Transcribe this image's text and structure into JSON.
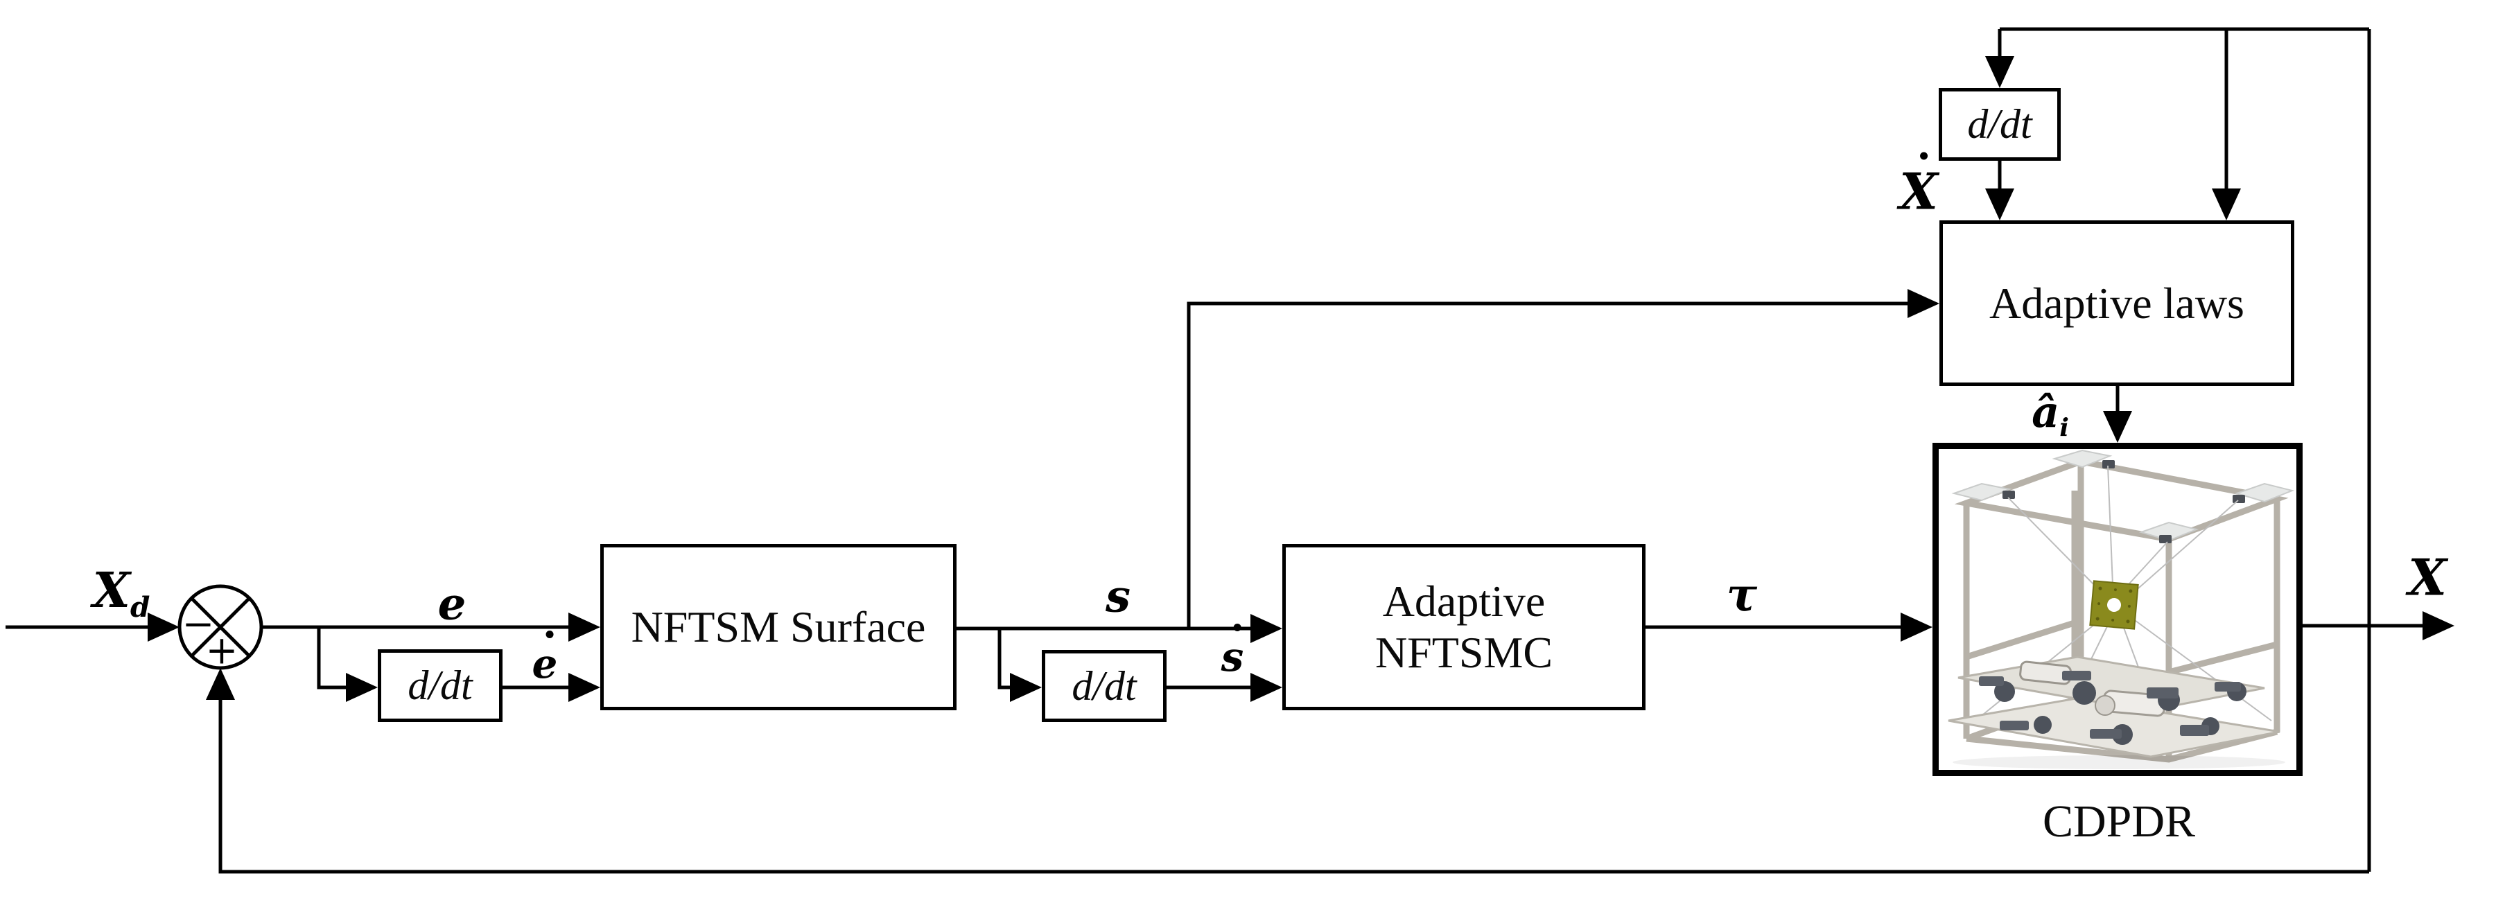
{
  "figure": {
    "kind": "control-block-diagram",
    "background": "#ffffff",
    "ink": "#000000"
  },
  "signals": {
    "reference": {
      "base": "X",
      "sub": "d"
    },
    "error": {
      "text": "e"
    },
    "error_dot": {
      "text": "ė",
      "base": "e"
    },
    "sliding_surface": {
      "text": "s"
    },
    "sliding_surface_dot": {
      "text": "ṡ",
      "base": "s"
    },
    "control_torque": {
      "text": "τ"
    },
    "state_derivative": {
      "text": "Ẋ",
      "base": "X"
    },
    "adaptive_estimate": {
      "base": "â",
      "sub": "i"
    },
    "output": {
      "text": "X"
    }
  },
  "sum_junction": {
    "sign_left": "−",
    "sign_bottom": "+"
  },
  "blocks": {
    "derivative_error": {
      "label": "d/dt"
    },
    "derivative_surface": {
      "label": "d/dt"
    },
    "derivative_state": {
      "label": "d/dt"
    },
    "nftsm_surface": {
      "label": "NFTSM Surface"
    },
    "adaptive_nftsmc": {
      "line1": "Adaptive",
      "line2": "NFTSMC"
    },
    "adaptive_laws": {
      "label": "Adaptive laws"
    },
    "plant": {
      "caption": "CDPDR",
      "photo": {
        "icon": "cdpdr-robot-photo",
        "frame_color": "#b6b1a8",
        "effector_color": "#8a8a1d"
      }
    }
  }
}
